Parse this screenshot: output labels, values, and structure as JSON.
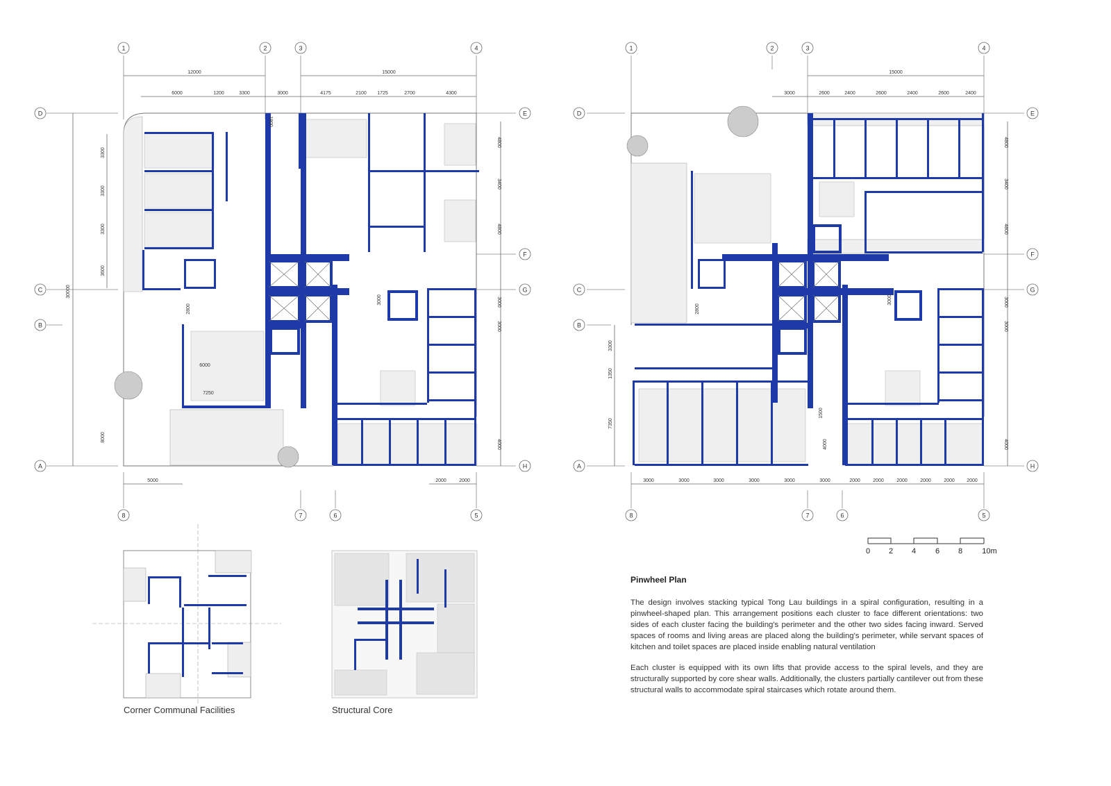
{
  "panel": {
    "title": "Pinwheel Plan",
    "paragraphs": [
      "The design involves stacking typical Tong Lau buildings in a spiral configuration, resulting in a pinwheel-shaped plan. This arrangement positions each cluster to face different orientations: two sides of each cluster facing the building's perimeter and the other two sides facing inward. Served spaces of rooms and living areas are placed along the building's perimeter, while servant spaces of kitchen and toilet spaces are placed inside enabling natural ventilation",
      "Each cluster is equipped with its own lifts that provide access to the spiral levels, and they are structurally supported by core shear walls. Additionally, the clusters partially cantilever out from these structural walls to accommodate spiral staircases which rotate around them."
    ]
  },
  "captions": {
    "communal": "Corner Communal Facilities",
    "core": "Structural Core"
  },
  "scale_bar": {
    "ticks": [
      "0",
      "2",
      "4",
      "6",
      "8",
      "10m"
    ]
  },
  "colors": {
    "wall": "#1e3aa8",
    "line": "#555555",
    "light": "#999999"
  },
  "plan_left": {
    "grid_top": [
      "1",
      "2",
      "3",
      "4"
    ],
    "grid_bottom": [
      "8",
      "7",
      "6",
      "5"
    ],
    "grid_left": [
      "D",
      "C",
      "B",
      "A"
    ],
    "grid_right": [
      "E",
      "F",
      "G",
      "H"
    ],
    "dims_top_overall": [
      "12000",
      "15000"
    ],
    "dims_top": [
      "6000",
      "1200",
      "3300",
      "3000",
      "4175",
      "2100",
      "1725",
      "2700",
      "4300"
    ],
    "dims_left": [
      "3300",
      "3300",
      "3300",
      "3600"
    ],
    "dim_left_overall": "30000",
    "dims_right": [
      "4800",
      "3400",
      "4800",
      "3000",
      "3000",
      "4000"
    ],
    "dims_bottom": [
      "5000",
      "2000",
      "2000"
    ],
    "dims_misc": [
      "1800",
      "2800",
      "6000",
      "7250",
      "3000",
      "8000"
    ]
  },
  "plan_right": {
    "grid_top": [
      "1",
      "2",
      "3",
      "4"
    ],
    "grid_bottom": [
      "8",
      "7",
      "6",
      "5"
    ],
    "grid_left": [
      "D",
      "C",
      "B",
      "A"
    ],
    "grid_right": [
      "E",
      "F",
      "G",
      "H"
    ],
    "dims_top_overall": [
      "15000"
    ],
    "dims_top": [
      "3000",
      "2600",
      "2400",
      "2600",
      "2400",
      "2600",
      "2400"
    ],
    "dims_right": [
      "4800",
      "3400",
      "4800",
      "3000",
      "3000",
      "4000"
    ],
    "dims_left": [
      "3300",
      "1350",
      "7350"
    ],
    "dims_bottom": [
      "3000",
      "3000",
      "3000",
      "3000",
      "3000",
      "3000",
      "2000",
      "2000",
      "2000",
      "2000",
      "2000",
      "2000"
    ],
    "dims_misc": [
      "2800",
      "3000",
      "1500",
      "4000"
    ]
  }
}
